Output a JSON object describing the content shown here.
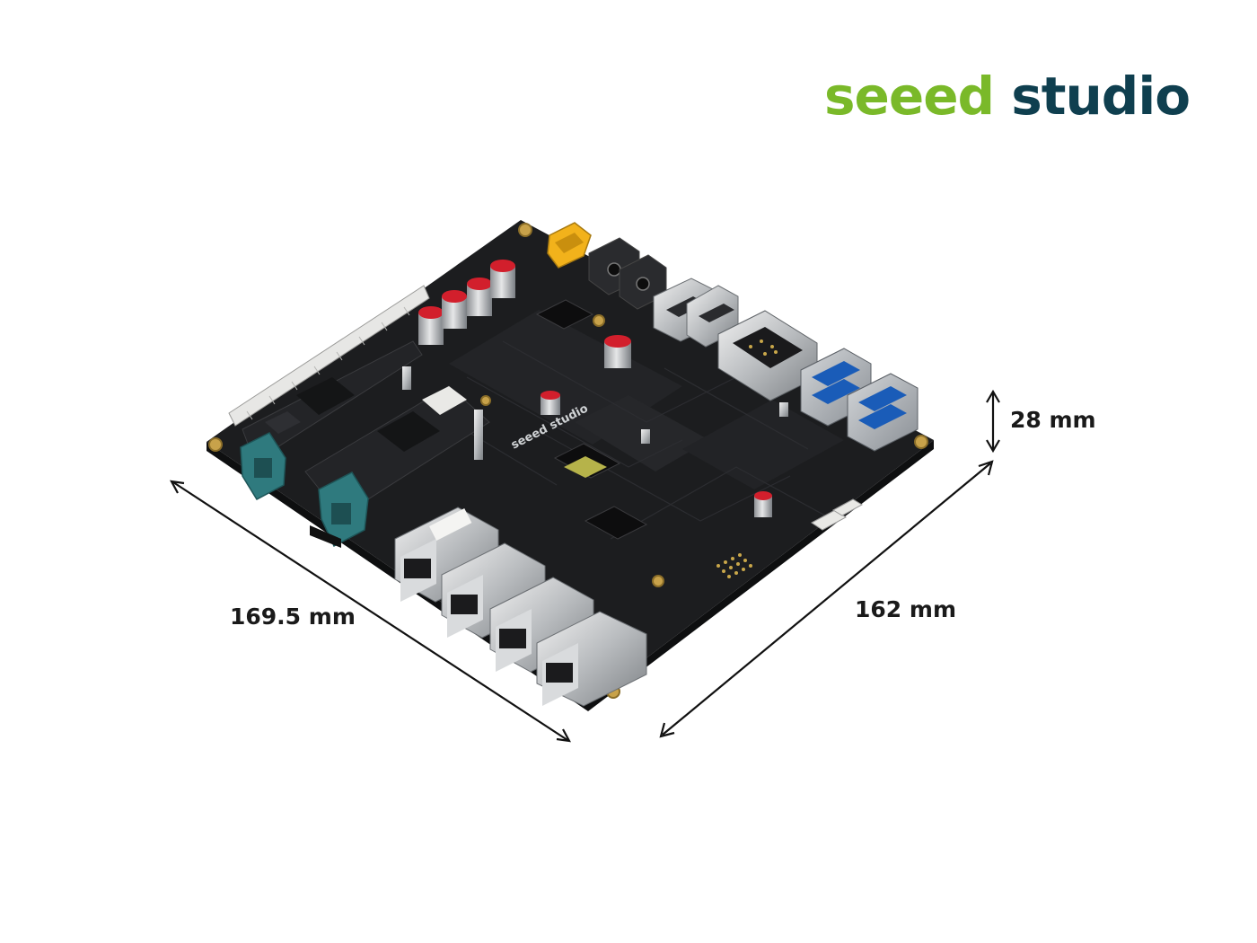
{
  "brand": {
    "part1": "seeed",
    "part2": "studio",
    "colors": {
      "seeed": "#7ab929",
      "studio": "#0f3f4f"
    }
  },
  "dimensions": {
    "height": "28 mm",
    "length": "169.5 mm",
    "width": "162 mm"
  },
  "board": {
    "color": "#1c1d1f",
    "silk_logo": "seeed studio"
  }
}
